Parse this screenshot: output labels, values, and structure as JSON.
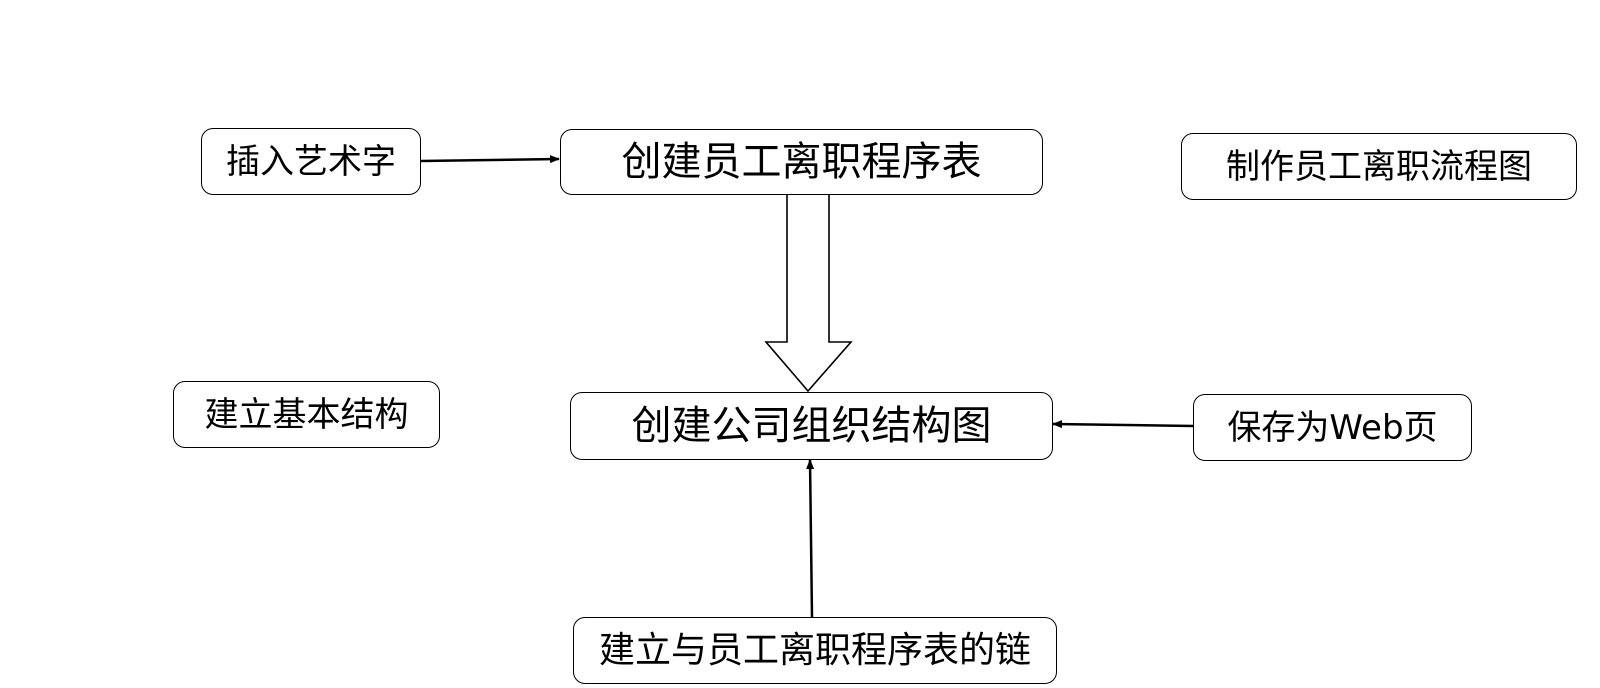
{
  "nodes": {
    "insert_wordart": "插入艺术字",
    "create_resignation_table": "创建员工离职程序表",
    "make_resignation_flowchart": "制作员工离职流程图",
    "build_basic_structure": "建立基本结构",
    "create_org_chart": "创建公司组织结构图",
    "save_as_web_page": "保存为Web页",
    "build_link_to_table": "建立与员工离职程序表的链"
  },
  "colors": {
    "stroke": "#000000",
    "fill": "#ffffff"
  }
}
